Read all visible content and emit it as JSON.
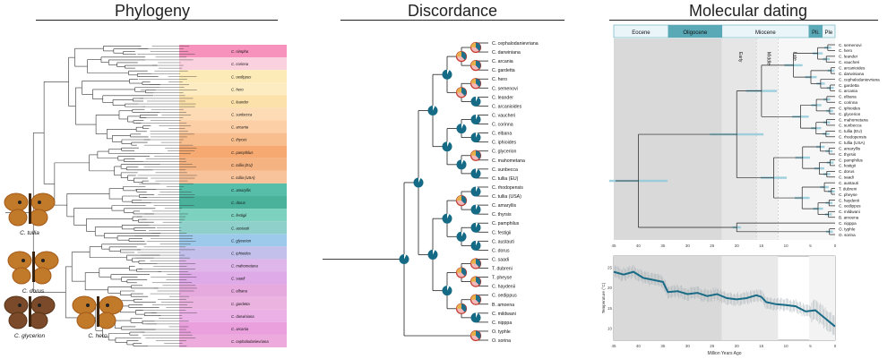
{
  "titles": {
    "phylogeny": "Phylogeny",
    "discordance": "Discordance",
    "dating": "Molecular dating"
  },
  "phylogeny": {
    "band_labels": [
      "C. nimpha",
      "C. corinna",
      "C. oedippus",
      "C. hero",
      "C. leander",
      "C. sunbecca",
      "C. arcania",
      "C. thyrsis",
      "C. pamphilus",
      "C. tullia (EU)",
      "C. tullia (USA)",
      "C. amaryllis",
      "C. dorus",
      "C. festigii",
      "C. austauti",
      "C. glycerion",
      "C. iphioides",
      "C. mahometana",
      "C. saadi",
      "C. elbana",
      "C. gardetta",
      "C. darwiniana",
      "C. arcania",
      "C. cephalodanievriana"
    ],
    "band_colors": [
      "#f47fb0",
      "#f9c9d9",
      "#fbe7a9",
      "#fde9b6",
      "#fbdc9b",
      "#fdd6a8",
      "#fbc798",
      "#f7b37a",
      "#f59b58",
      "#f2a66a",
      "#f7b88a",
      "#39b49a",
      "#2aa58a",
      "#66c9b4",
      "#7bc9c1",
      "#8cc0e8",
      "#b8b5e8",
      "#d9a9e6",
      "#d99be4",
      "#e39bd9",
      "#e8a6da",
      "#e7a2e2",
      "#e88fd8",
      "#ea9bd6"
    ],
    "butterfly_captions": [
      "C. tullia",
      "C. dorus",
      "C. glycerion",
      "C. hero"
    ]
  },
  "discordance": {
    "taxa": [
      "C. cephalodanievriana",
      "C. darwiniana",
      "C. arcania",
      "C. gardetta",
      "C. hero",
      "C. semenovi",
      "C. leander",
      "C. arcanioides",
      "C. vaucheri",
      "C. corinna",
      "C. elbana",
      "C. iphioides",
      "C. glycerion",
      "C. mahometana",
      "C. sunbecca",
      "C. tullia (EU)",
      "C. rhodopensis",
      "C. tullia (USA)",
      "C. amaryllis",
      "C. thyrsis",
      "C. pamphilus",
      "C. festigii",
      "C. austauti",
      "C. dorus",
      "C. saadi",
      "T. dubreni",
      "T. pheyse",
      "C. haydenii",
      "C. oedippus",
      "B. amoena",
      "C. mildwani",
      "C. nipppa",
      "O. typhle",
      "O. sorina"
    ]
  },
  "dating": {
    "epochs": [
      {
        "label": "Eocene",
        "color": "#eaf5fa"
      },
      {
        "label": "Oligocene",
        "color": "#5aa9b7"
      },
      {
        "label": "Miocene",
        "color": "#eaf5fa"
      },
      {
        "label": "Pli.",
        "color": "#5aa9b7"
      },
      {
        "label": "Ple",
        "color": "#eaf5fa"
      }
    ],
    "miocene_sub": [
      "Early",
      "Middle",
      "Late"
    ],
    "time_ticks": [
      "45",
      "40",
      "35",
      "30",
      "25",
      "20",
      "15",
      "10",
      "5",
      "0"
    ],
    "taxa": [
      "C. semenovi",
      "C. hero",
      "C. leander",
      "C. vaucheri",
      "C. arcanioides",
      "C. darwiniana",
      "C. cephalodanievriana",
      "C. gardetta",
      "C. arcania",
      "C. elbana",
      "C. corinna",
      "C. iphioides",
      "C. glycerion",
      "C. mahometana",
      "C. sunbecca",
      "C. tullia (EU)",
      "C. rhodopensis",
      "C. tullia (USA)",
      "C. amaryllis",
      "C. thyrsis",
      "C. pamphilus",
      "C. festigii",
      "C. dorus",
      "C. saadi",
      "C. austauti",
      "T. dubreni",
      "C. pheyse",
      "C. haydenii",
      "C. oedippus",
      "C. mildwani",
      "B. amoena",
      "C. nipppa",
      "O. typhle",
      "O. sorina"
    ],
    "temp_ylabel": "Temperature (°C)",
    "temp_ticks": [
      "25",
      "20",
      "15",
      "10"
    ],
    "xlabel": "Million Years Ago"
  }
}
